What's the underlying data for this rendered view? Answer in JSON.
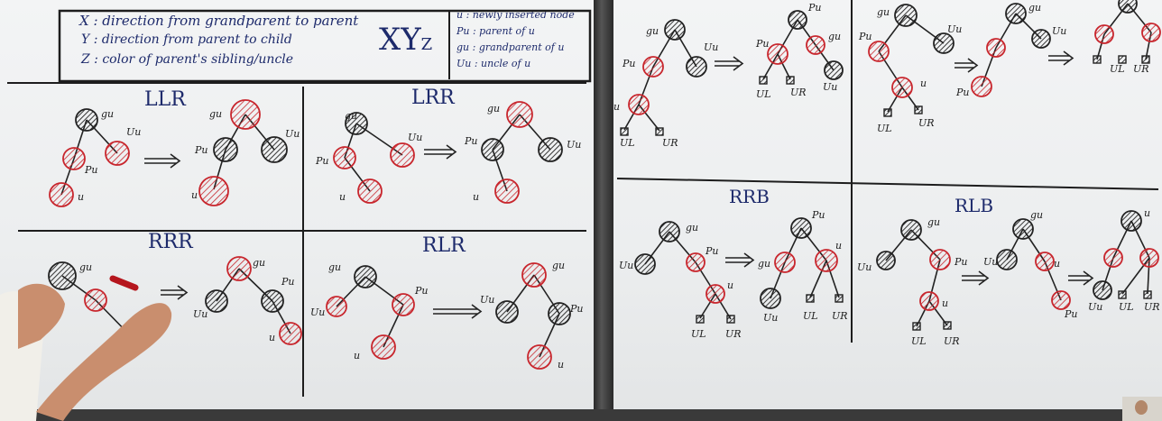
{
  "legend_left": {
    "x_line": "X : direction from grandparent to parent",
    "y_line": "Y : direction from parent to child",
    "z_line": "Z : color of parent's sibling/uncle"
  },
  "legend_formula": "XY",
  "legend_formula_sub": "Z",
  "legend_right": {
    "u_line": "u : newly inserted node",
    "pu_line": "Pu : parent of u",
    "gu_line": "gu : grandparent of u",
    "uu_line": "Uu : uncle of u"
  },
  "case_titles": {
    "ll_r": "LLR",
    "lr_r": "LRR",
    "rr_r": "RRR",
    "rl_r": "RLR",
    "rr_b": "RRB",
    "rl_b": "RLB"
  },
  "node_labels": {
    "u": "u",
    "pu": "Pu",
    "gu": "gu",
    "uu": "Uu",
    "ul": "UL",
    "ur": "UR"
  },
  "colors": {
    "red_node": "#c8262d",
    "black_node": "#222222",
    "marker_blue": "#1d2a6b",
    "board": "#eef0f1",
    "frame": "#2b2b2b"
  }
}
